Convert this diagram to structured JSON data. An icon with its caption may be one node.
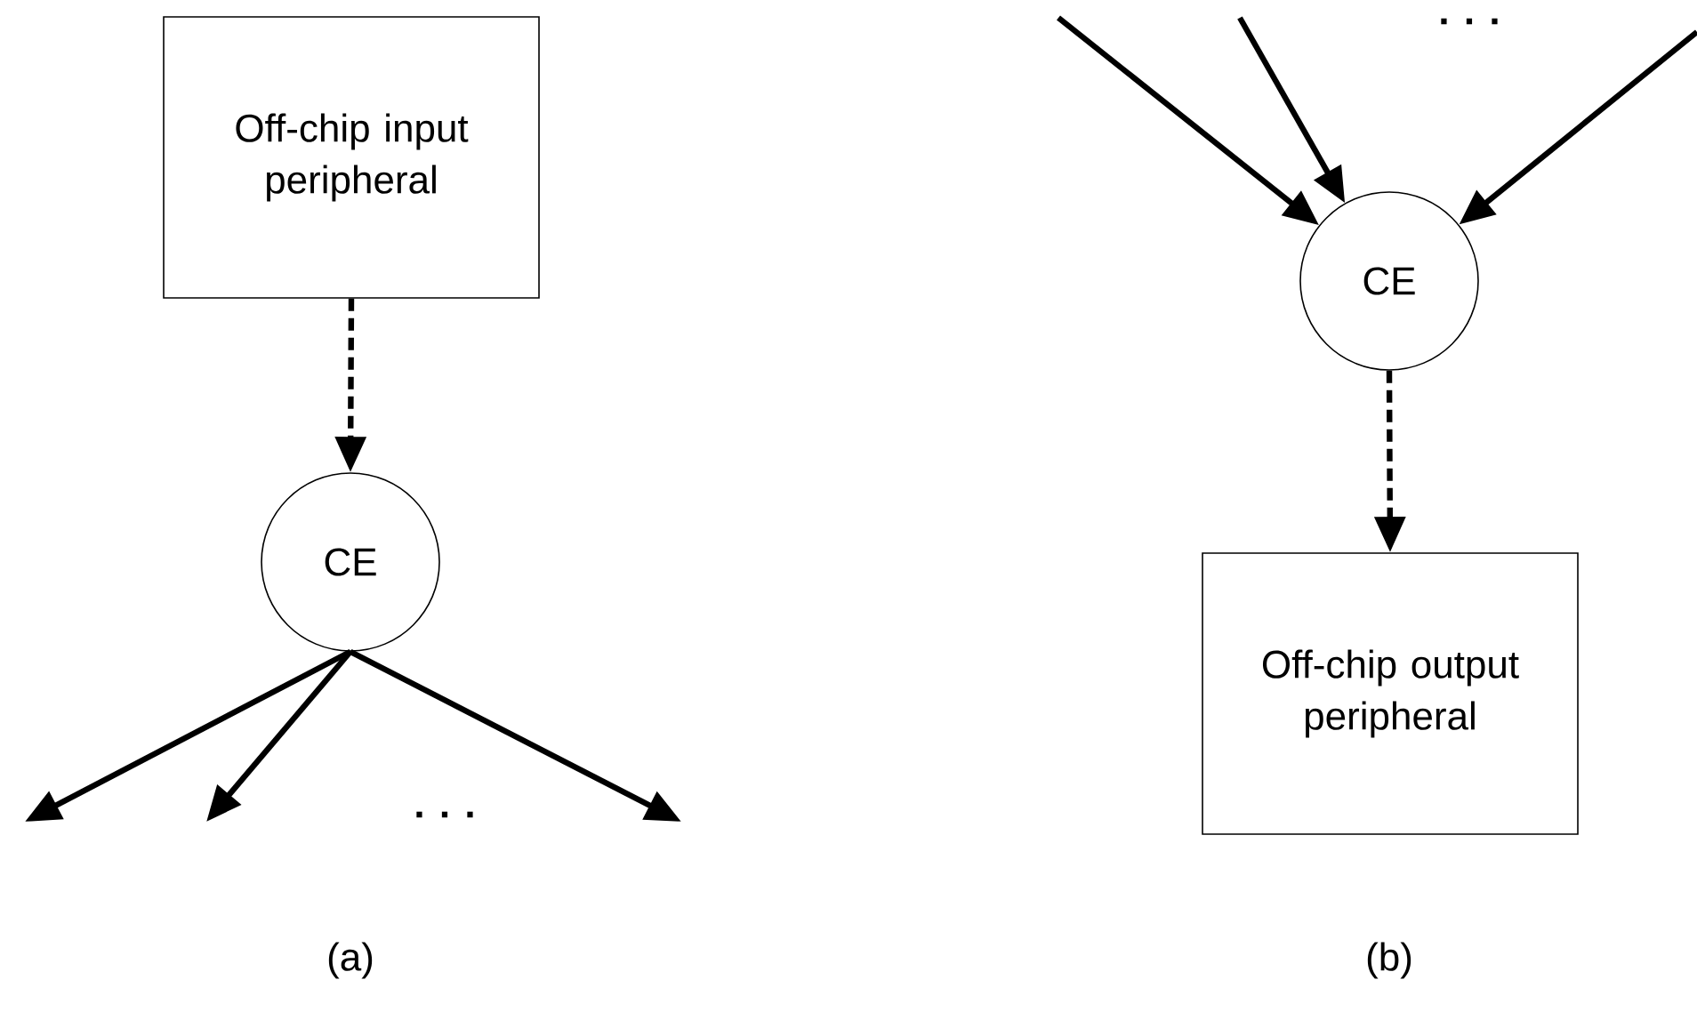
{
  "diagram": {
    "nodes": [
      {
        "text": [
          "Off-chip input peripheral"
        ]
      },
      {
        "text": [
          "CE"
        ]
      },
      {
        "text": [
          "CE"
        ]
      },
      {
        "text": [
          "Off-chip output peripheral"
        ]
      }
    ],
    "edges": [
      {
        "from": 0,
        "to": 1,
        "arrow": "to",
        "style": "dashed"
      },
      {
        "from": 1,
        "to": null,
        "arrow": "to"
      },
      {
        "from": 1,
        "to": null,
        "arrow": "to"
      },
      {
        "from": 1,
        "to": null,
        "arrow": "to"
      },
      {
        "from": null,
        "to": 2,
        "arrow": "to"
      },
      {
        "from": null,
        "to": 2,
        "arrow": "to"
      },
      {
        "from": null,
        "to": 2,
        "arrow": "to"
      },
      {
        "from": 2,
        "to": 3,
        "arrow": "to",
        "style": "dashed"
      }
    ],
    "labels": [
      ". . .",
      "(a)",
      ". . .",
      "(b)"
    ]
  }
}
